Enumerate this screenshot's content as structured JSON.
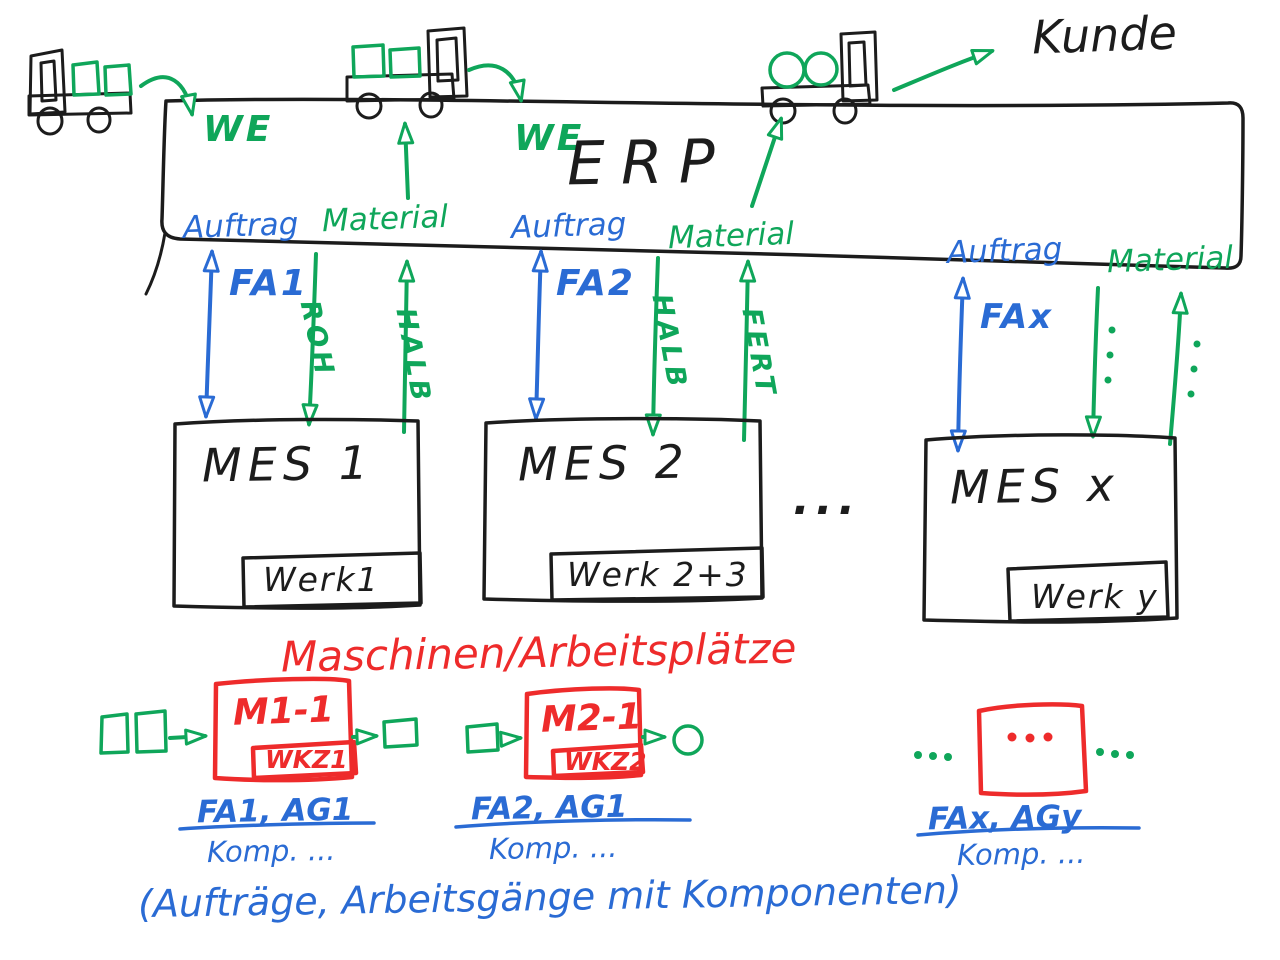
{
  "colors": {
    "green": "#0fa65a",
    "blue": "#2a6bd4",
    "red": "#ee2b2b",
    "black": "#1c1c1c"
  },
  "top": {
    "we_left": "WE",
    "we_mid": "WE",
    "customer": "Kunde"
  },
  "erp": {
    "title": "ERP"
  },
  "ports": {
    "auftrag1": "Auftrag",
    "material1": "Material",
    "auftrag2": "Auftrag",
    "material2": "Material",
    "auftrag3": "Auftrag",
    "material3": "Material"
  },
  "flows": {
    "fa1": "FA1",
    "roh": "ROH",
    "halb1": "HALB",
    "fa2": "FA2",
    "halb2": "HALB",
    "fert": "FERT",
    "fax": "FAx"
  },
  "mes": {
    "mes1": {
      "title": "MES 1",
      "plant": "Werk1"
    },
    "mes2": {
      "title": "MES 2",
      "plant": "Werk 2+3"
    },
    "mesx": {
      "title": "MES x",
      "plant": "Werk y"
    },
    "dots": "..."
  },
  "machines": {
    "title": "Maschinen/Arbeitsplätze",
    "m1": {
      "name": "M1-1",
      "tool": "WKZ1",
      "order": "FA1, AG1",
      "components": "Komp. ..."
    },
    "m2": {
      "name": "M2-1",
      "tool": "WKZ2",
      "order": "FA2, AG1",
      "components": "Komp. ..."
    },
    "mx": {
      "name": "...",
      "order": "FAx, AGy",
      "components": "Komp. ..."
    }
  },
  "footnote": "(Aufträge, Arbeitsgänge mit Komponenten)"
}
